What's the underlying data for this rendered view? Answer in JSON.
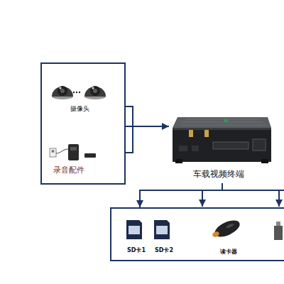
{
  "diagram": {
    "nodes": [
      {
        "text": [
          "摄像头",
          "录音配件"
        ]
      },
      {
        "text": [
          "车载视频终端"
        ]
      },
      {
        "text": [
          "SD卡1",
          "SD卡2",
          "读卡器"
        ]
      }
    ],
    "edges": [
      {
        "from": 0,
        "to": 1,
        "arrow": "to"
      },
      {
        "from": 1,
        "to": 2,
        "arrow": "to"
      }
    ]
  }
}
